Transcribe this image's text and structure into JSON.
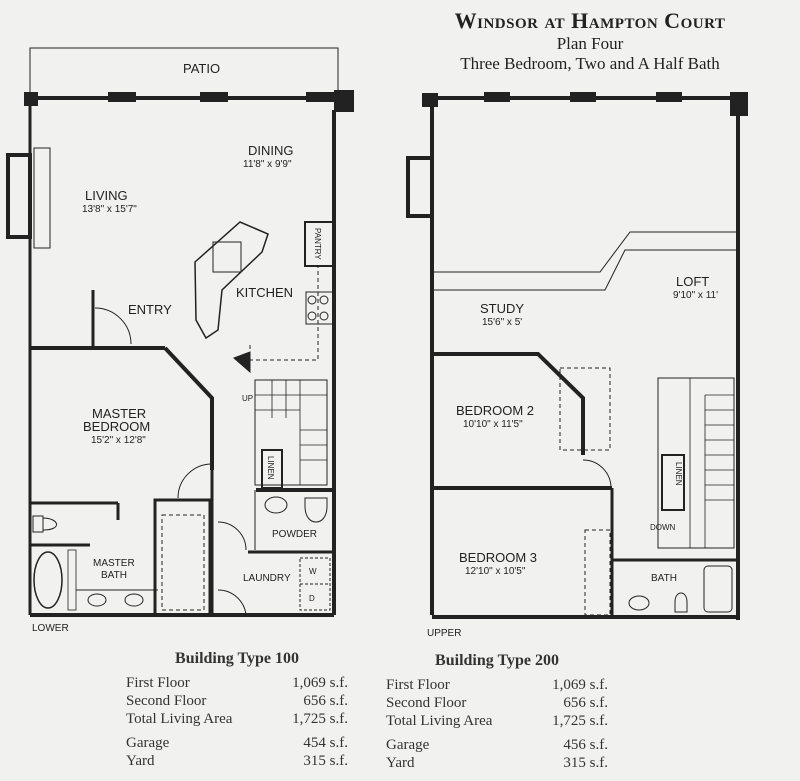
{
  "title": {
    "name": "Windsor at Hampton Court",
    "plan": "Plan Four",
    "description": "Three Bedroom, Two and A Half Bath"
  },
  "lower": {
    "label": "LOWER",
    "rooms": {
      "patio": "PATIO",
      "dining": {
        "name": "DINING",
        "size": "11'8\" x 9'9\""
      },
      "living": {
        "name": "LIVING",
        "size": "13'8\" x 15'7\""
      },
      "pantry": "PANTRY",
      "kitchen": "KITCHEN",
      "entry": "ENTRY",
      "master_bedroom": {
        "name1": "MASTER",
        "name2": "BEDROOM",
        "size": "15'2\" x 12'8\""
      },
      "up": "UP",
      "linen": "LINEN",
      "powder": "POWDER",
      "master_bath": {
        "name1": "MASTER",
        "name2": "BATH"
      },
      "laundry": "LAUNDRY",
      "washer": "W",
      "dryer": "D"
    }
  },
  "upper": {
    "label": "UPPER",
    "rooms": {
      "loft": {
        "name": "LOFT",
        "size": "9'10\" x 11'"
      },
      "study": {
        "name": "STUDY",
        "size": "15'6\" x 5'"
      },
      "bedroom2": {
        "name": "BEDROOM 2",
        "size": "10'10\" x 11'5\""
      },
      "linen": "LINEN",
      "down": "DOWN",
      "bedroom3": {
        "name": "BEDROOM 3",
        "size": "12'10\" x 10'5\""
      },
      "bath": "BATH"
    }
  },
  "tables": [
    {
      "heading": "Building Type 100",
      "rows": [
        {
          "label": "First Floor",
          "value": "1,069 s.f."
        },
        {
          "label": "Second Floor",
          "value": "656 s.f."
        },
        {
          "label": "Total Living Area",
          "value": "1,725 s.f."
        },
        {
          "label": "Garage",
          "value": "454 s.f."
        },
        {
          "label": "Yard",
          "value": "315 s.f."
        }
      ]
    },
    {
      "heading": "Building Type 200",
      "rows": [
        {
          "label": "First Floor",
          "value": "1,069 s.f."
        },
        {
          "label": "Second Floor",
          "value": "656 s.f."
        },
        {
          "label": "Total Living Area",
          "value": "1,725 s.f."
        },
        {
          "label": "Garage",
          "value": "456 s.f."
        },
        {
          "label": "Yard",
          "value": "315 s.f."
        }
      ]
    }
  ]
}
